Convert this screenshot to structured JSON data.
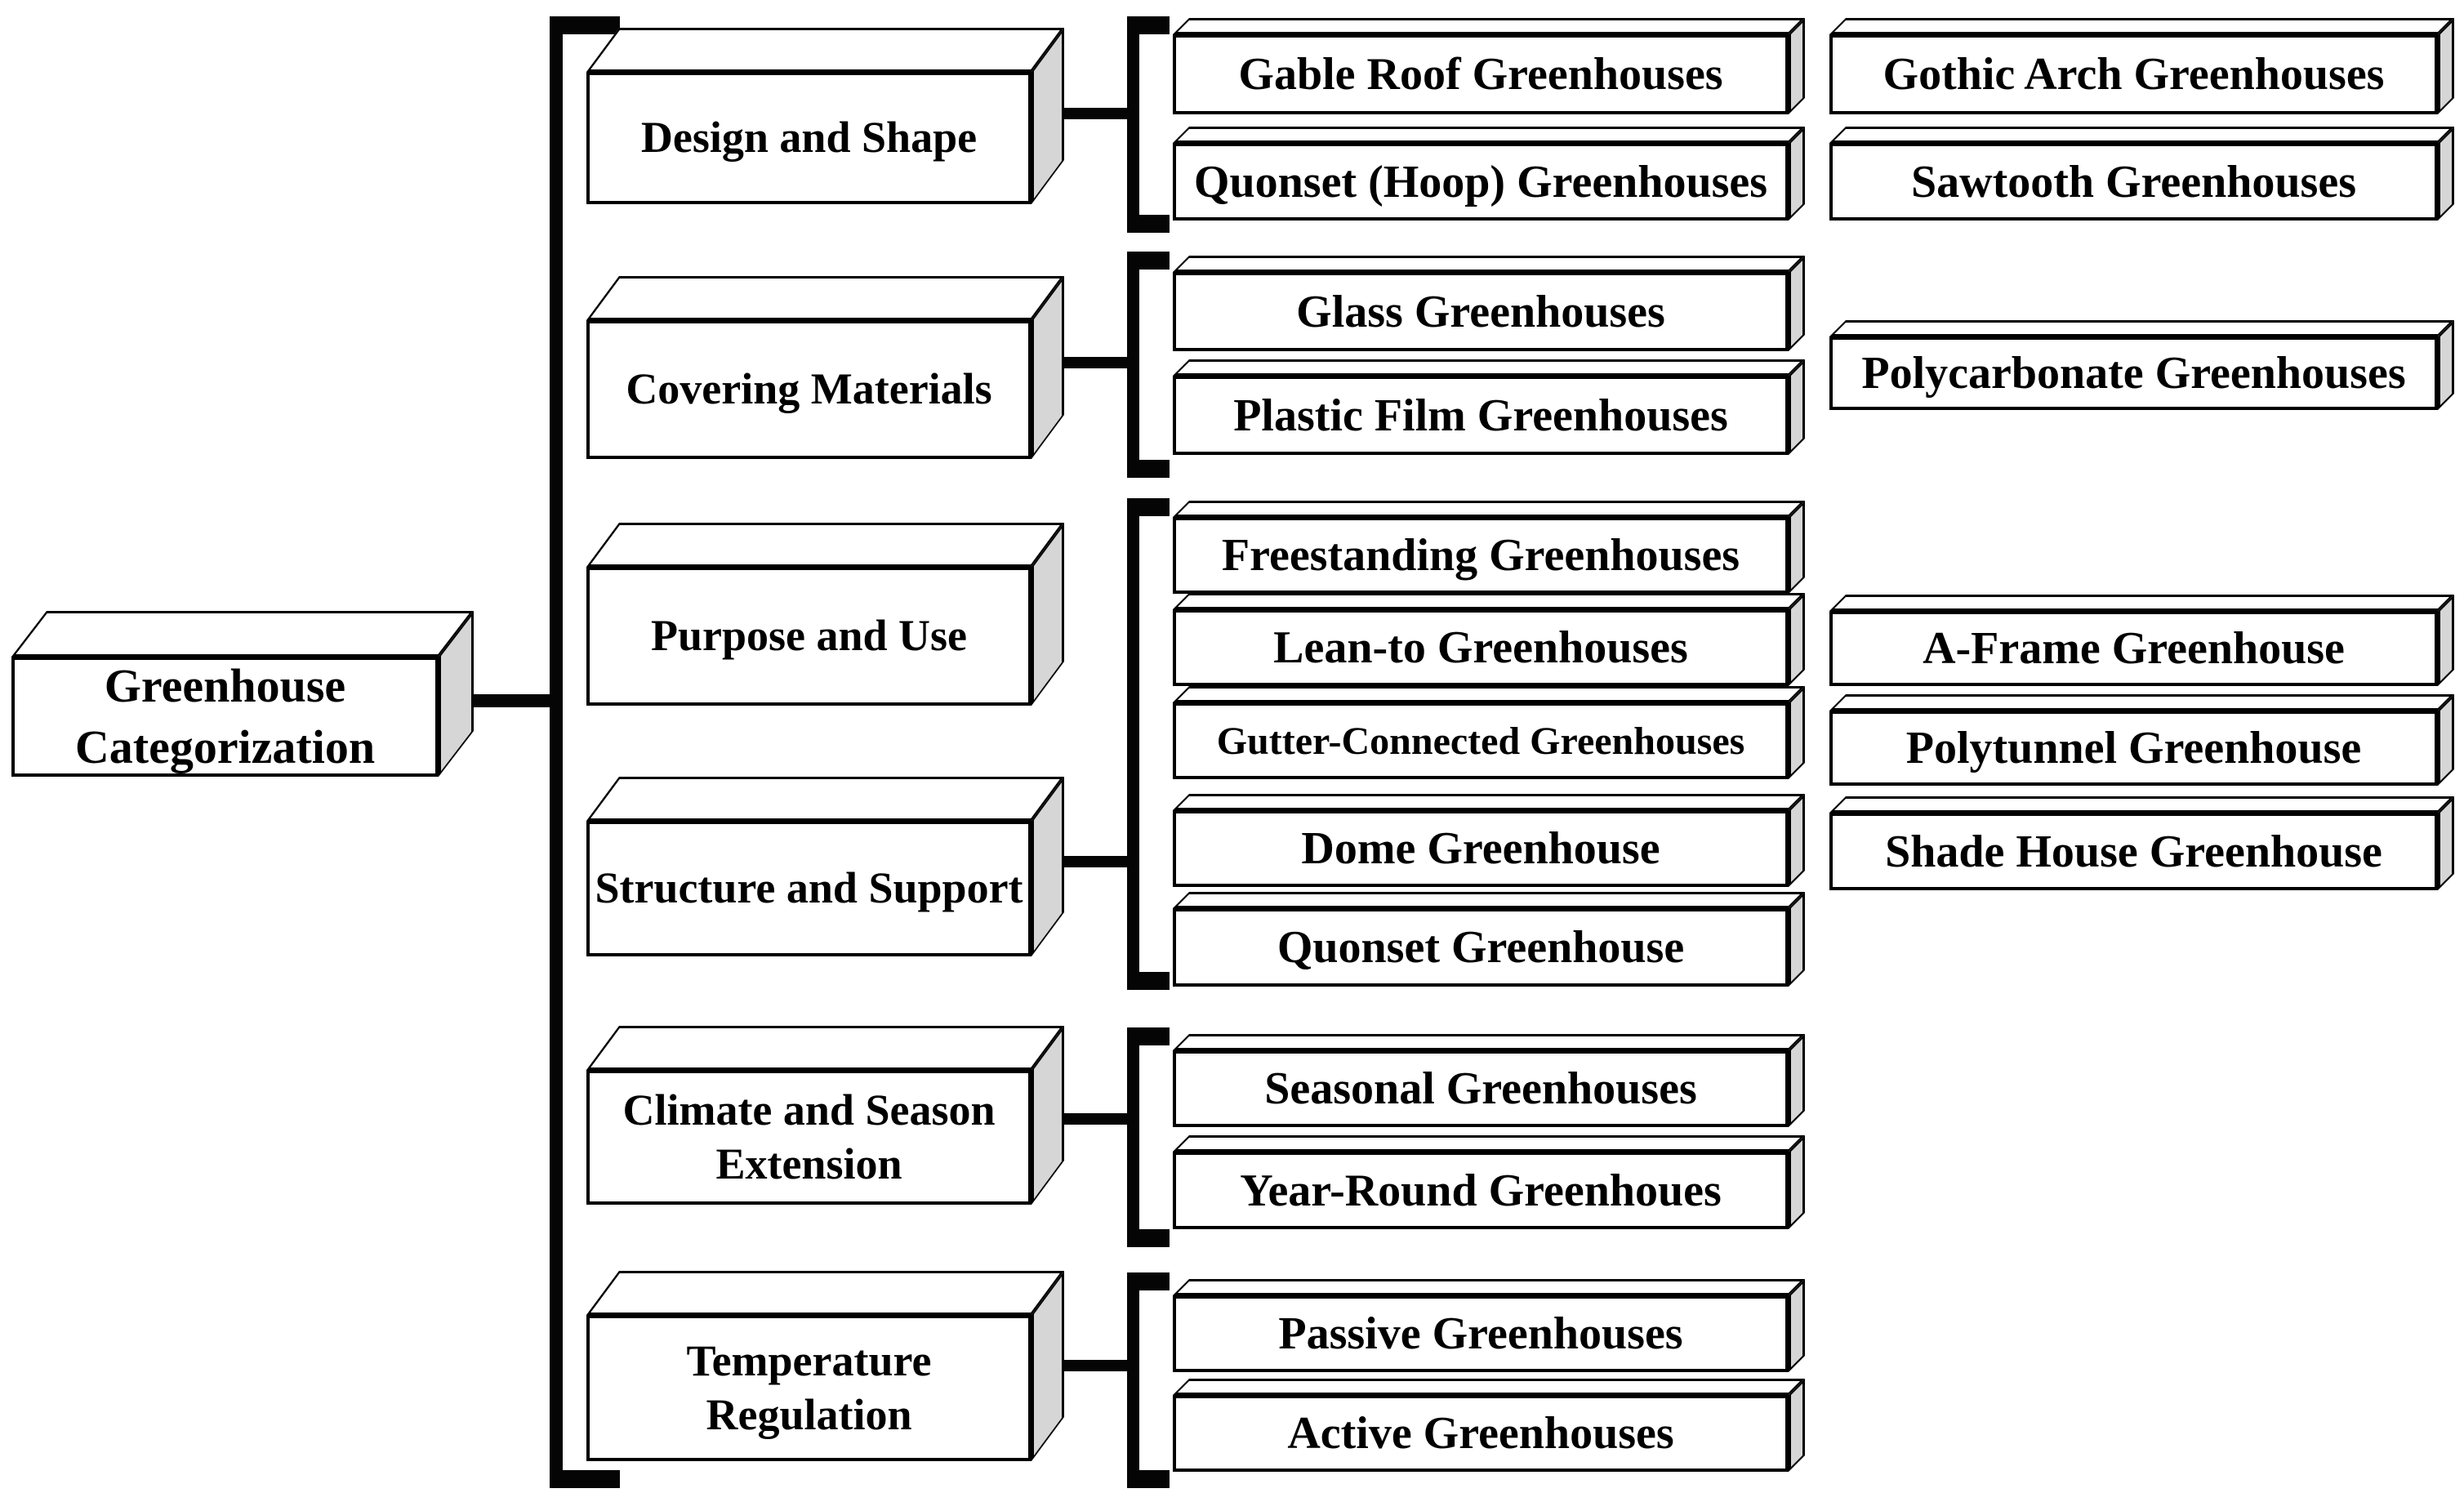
{
  "diagram": {
    "title": "Greenhouse Categorization",
    "colors": {
      "line": "#050505",
      "box_face": "#ffffff",
      "box_side": "#d6d6d6",
      "box_top": "#ffffff",
      "text": "#000000",
      "background": "#ffffff"
    },
    "root": {
      "label": "Greenhouse Categorization"
    },
    "categories": [
      {
        "label": "Design and Shape",
        "children": [
          "Gable Roof Greenhouses",
          "Quonset (Hoop) Greenhouses",
          "Gothic Arch Greenhouses",
          "Sawtooth Greenhouses"
        ]
      },
      {
        "label": "Covering Materials",
        "children": [
          "Glass Greenhouses",
          "Plastic Film Greenhouses",
          "Polycarbonate Greenhouses"
        ]
      },
      {
        "label": "Purpose and Use",
        "children": []
      },
      {
        "label": "Structure and Support",
        "children": [
          "Freestanding Greenhouses",
          "Lean-to Greenhouses",
          "Gutter-Connected Greenhouses",
          "Dome Greenhouse",
          "Quonset Greenhouse",
          "A-Frame Greenhouse",
          "Polytunnel Greenhouse",
          "Shade House Greenhouse"
        ]
      },
      {
        "label": "Climate and Season Extension",
        "children": [
          "Seasonal Greenhouses",
          "Year-Round Greenhoues"
        ]
      },
      {
        "label": "Temperature Regulation",
        "children": [
          "Passive Greenhouses",
          "Active Greenhouses"
        ]
      }
    ]
  }
}
